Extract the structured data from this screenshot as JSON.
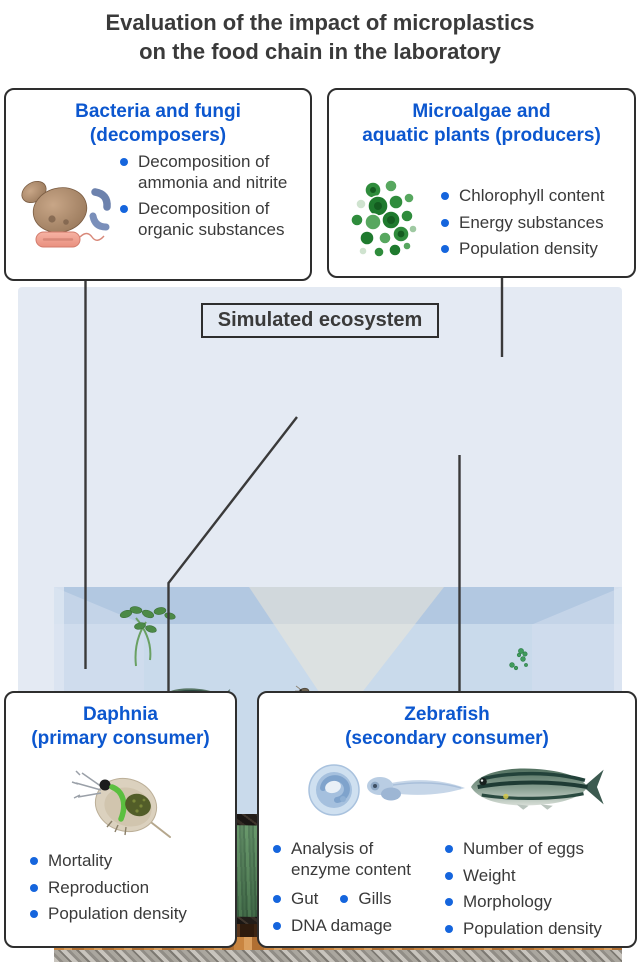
{
  "title": {
    "line1": "Evaluation of the impact of microplastics",
    "line2": "on the food chain in the laboratory"
  },
  "ecosystem_label": "Simulated ecosystem",
  "colors": {
    "accent_blue": "#0c57cf",
    "bullet_blue": "#1565dd",
    "text_dark": "#3a3a3a",
    "box_border": "#2e2e2e",
    "water_blue": "#c9daeb"
  },
  "boxes": {
    "bacteria": {
      "title_line1": "Bacteria and fungi",
      "title_line2": "(decomposers)",
      "items": [
        "Decomposition of ammonia and nitrite",
        "Decomposition of organic substances"
      ]
    },
    "microalgae": {
      "title_line1": "Microalgae and",
      "title_line2": "aquatic plants (producers)",
      "items": [
        "Chlorophyll content",
        "Energy substances",
        "Population density"
      ]
    },
    "daphnia": {
      "title_line1": "Daphnia",
      "title_line2": "(primary consumer)",
      "items": [
        "Mortality",
        "Reproduction",
        "Population density"
      ]
    },
    "zebrafish": {
      "title_line1": "Zebrafish",
      "title_line2": "(secondary consumer)",
      "col1_items": [
        "Analysis of enzyme content",
        "Gut",
        "Gills",
        "DNA damage"
      ],
      "col2_items": [
        "Number of eggs",
        "Weight",
        "Morphology",
        "Population density"
      ]
    }
  }
}
